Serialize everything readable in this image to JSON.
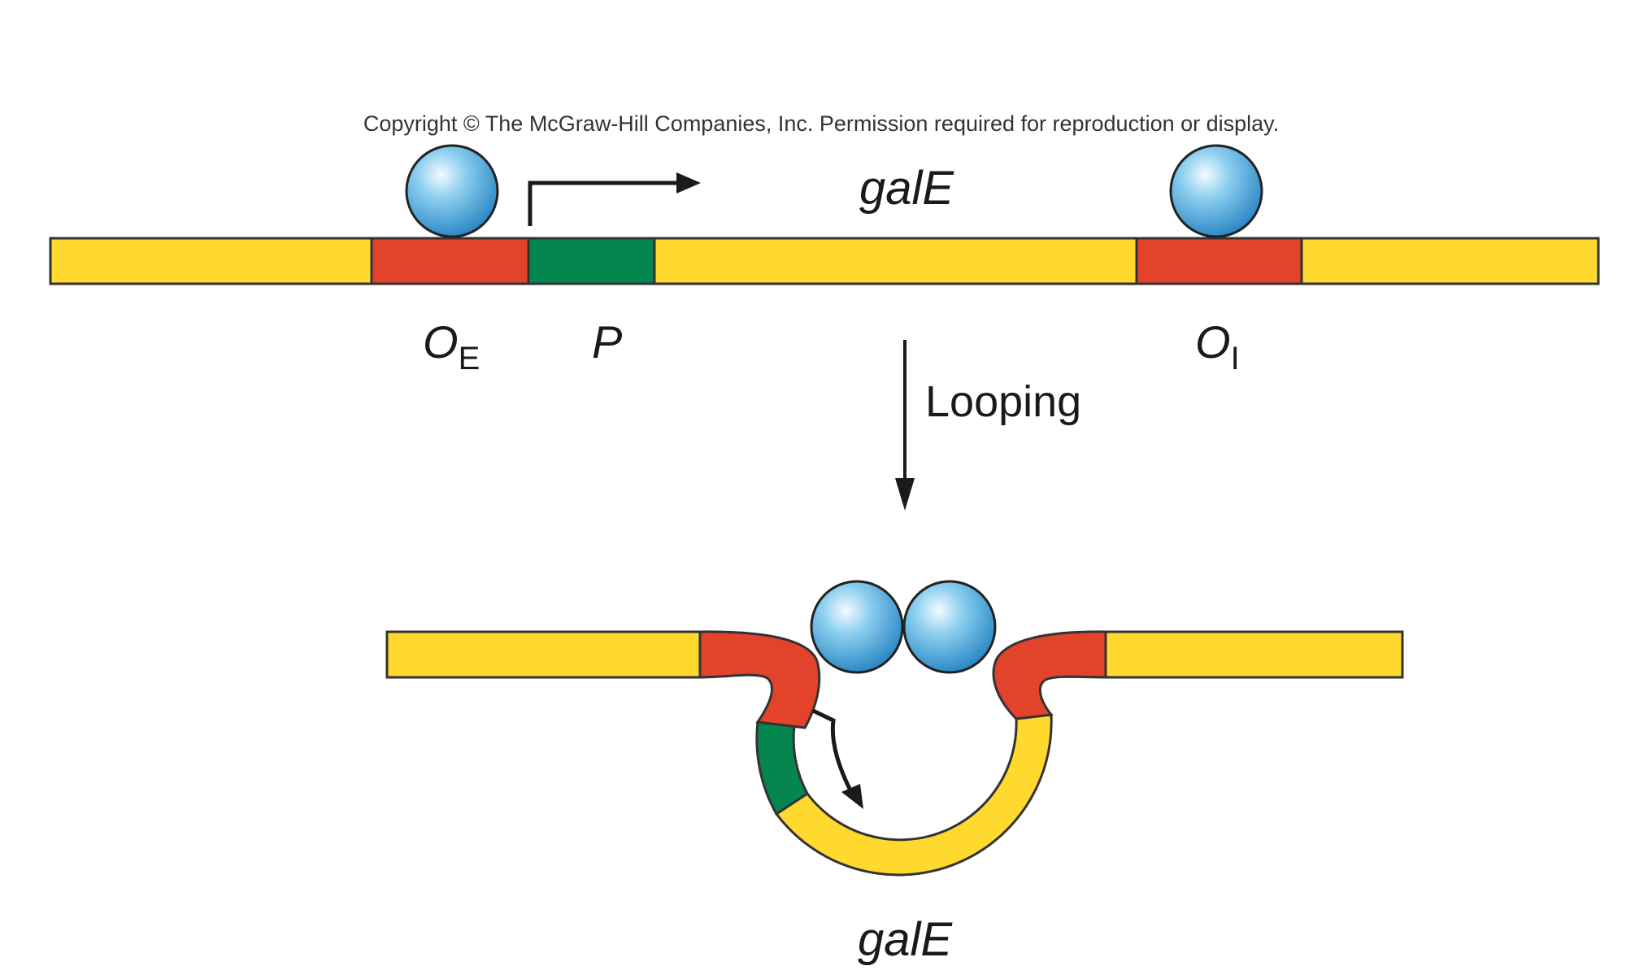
{
  "copyright": "Copyright © The McGraw-Hill Companies, Inc. Permission required for reproduction or display.",
  "top_gene_label": "galE",
  "bottom_gene_label": "galE",
  "operator_external": {
    "letter": "O",
    "subscript": "E"
  },
  "promoter": "P",
  "operator_internal": {
    "letter": "O",
    "subscript": "I"
  },
  "looping_label": "Looping",
  "colors": {
    "dna": "#ffd92e",
    "operator": "#e3432b",
    "promoter": "#06864f",
    "repressor": "#4aa8dd",
    "outline": "#333333"
  }
}
